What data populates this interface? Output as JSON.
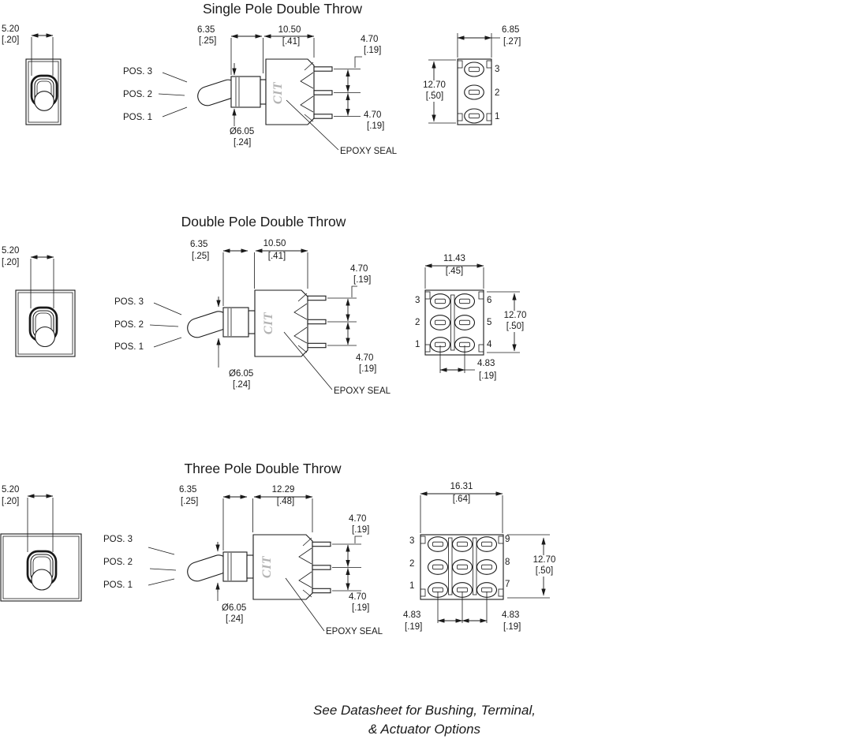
{
  "footer": {
    "line1": "See Datasheet for Bushing, Terminal,",
    "line2": "& Actuator Options"
  },
  "colors": {
    "line": "#1a1a1a",
    "logo_gray": "#b3b3b3"
  },
  "sections": [
    {
      "title": "Single Pole Double Throw",
      "logo": "CIT",
      "epoxy_label": "EPOXY SEAL",
      "pos_labels": [
        "POS. 3",
        "POS. 2",
        "POS. 1"
      ],
      "dims": {
        "panel_cutout": {
          "mm": "5.20",
          "in": "[.20]"
        },
        "bushing_length": {
          "mm": "6.35",
          "in": "[.25]"
        },
        "body_length": {
          "mm": "10.50",
          "in": "[.41]"
        },
        "terminal_pitch_upper": {
          "mm": "4.70",
          "in": "[.19]"
        },
        "terminal_pitch_lower": {
          "mm": "4.70",
          "in": "[.19]"
        },
        "toggle_diameter": {
          "mm": "Ø6.05",
          "in": "[.24]"
        }
      },
      "bottom_view": {
        "width": {
          "mm": "6.85",
          "in": "[.27]"
        },
        "height": {
          "mm": "12.70",
          "in": "[.50]"
        },
        "terminals_right": [
          "3",
          "2",
          "1"
        ]
      }
    },
    {
      "title": "Double Pole Double Throw",
      "logo": "CIT",
      "epoxy_label": "EPOXY SEAL",
      "pos_labels": [
        "POS. 3",
        "POS. 2",
        "POS. 1"
      ],
      "dims": {
        "panel_cutout": {
          "mm": "5.20",
          "in": "[.20]"
        },
        "bushing_length": {
          "mm": "6.35",
          "in": "[.25]"
        },
        "body_length": {
          "mm": "10.50",
          "in": "[.41]"
        },
        "terminal_pitch_upper": {
          "mm": "4.70",
          "in": "[.19]"
        },
        "terminal_pitch_lower": {
          "mm": "4.70",
          "in": "[.19]"
        },
        "toggle_diameter": {
          "mm": "Ø6.05",
          "in": "[.24]"
        }
      },
      "bottom_view": {
        "width": {
          "mm": "11.43",
          "in": "[.45]"
        },
        "height": {
          "mm": "12.70",
          "in": "[.50]"
        },
        "column_pitch": {
          "mm": "4.83",
          "in": "[.19]"
        },
        "terminals_left": [
          "3",
          "2",
          "1"
        ],
        "terminals_right": [
          "6",
          "5",
          "4"
        ]
      }
    },
    {
      "title": "Three Pole Double Throw",
      "logo": "CIT",
      "epoxy_label": "EPOXY SEAL",
      "pos_labels": [
        "POS. 3",
        "POS. 2",
        "POS. 1"
      ],
      "dims": {
        "panel_cutout": {
          "mm": "5.20",
          "in": "[.20]"
        },
        "bushing_length": {
          "mm": "6.35",
          "in": "[.25]"
        },
        "body_length": {
          "mm": "12.29",
          "in": "[.48]"
        },
        "terminal_pitch_upper": {
          "mm": "4.70",
          "in": "[.19]"
        },
        "terminal_pitch_lower": {
          "mm": "4.70",
          "in": "[.19]"
        },
        "toggle_diameter": {
          "mm": "Ø6.05",
          "in": "[.24]"
        }
      },
      "bottom_view": {
        "width": {
          "mm": "16.31",
          "in": "[.64]"
        },
        "height": {
          "mm": "12.70",
          "in": "[.50]"
        },
        "column_pitch_left": {
          "mm": "4.83",
          "in": "[.19]"
        },
        "column_pitch_right": {
          "mm": "4.83",
          "in": "[.19]"
        },
        "terminals_left": [
          "3",
          "2",
          "1"
        ],
        "terminals_right": [
          "9",
          "8",
          "7"
        ]
      }
    }
  ]
}
